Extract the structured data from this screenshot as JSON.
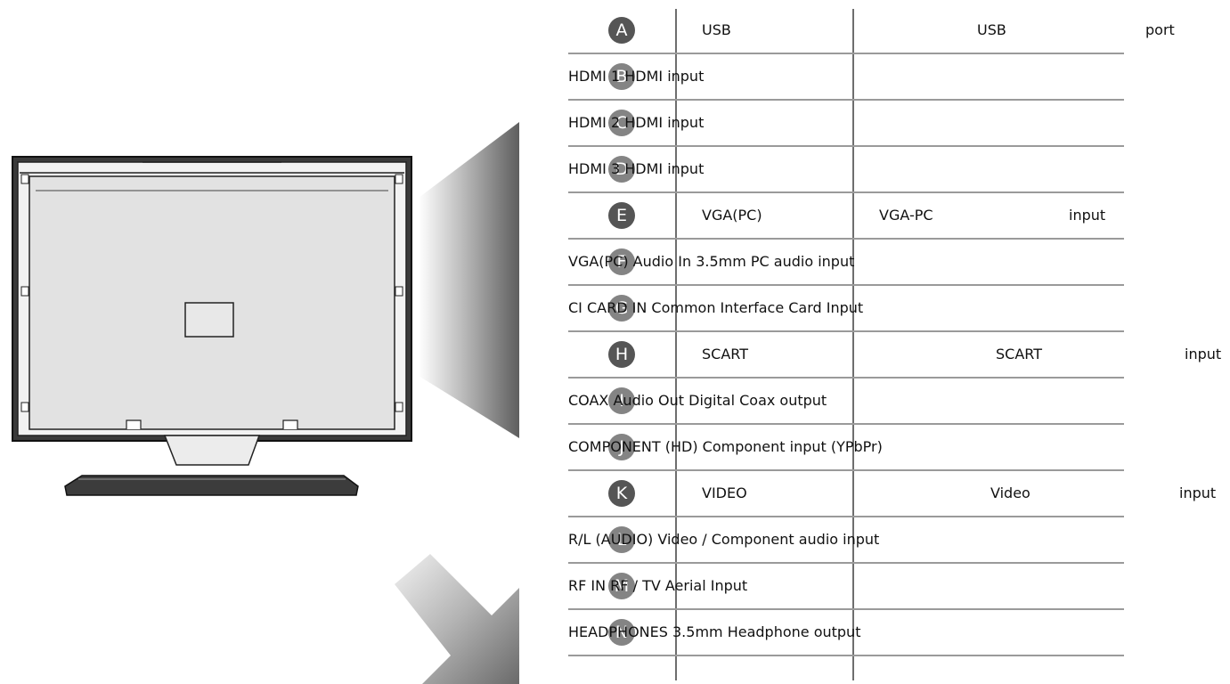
{
  "rows": [
    {
      "badge": "A",
      "cells": [
        "USB",
        "USB",
        "port"
      ]
    },
    {
      "badge": "B",
      "text": "HDMI 1  HDMI input"
    },
    {
      "badge": "C",
      "text": "HDMI 2  HDMI input"
    },
    {
      "badge": "D",
      "text": "HDMI 3  HDMI input"
    },
    {
      "badge": "E",
      "cells": [
        "VGA(PC)",
        "VGA-PC",
        "input"
      ]
    },
    {
      "badge": "F",
      "text": "VGA(PC) Audio In  3.5mm PC audio input"
    },
    {
      "badge": "G",
      "text": "CI CARD IN  Common Interface Card Input"
    },
    {
      "badge": "H",
      "cells": [
        "SCART",
        "SCART",
        "input"
      ]
    },
    {
      "badge": "I",
      "text": "COAX Audio Out  Digital Coax output"
    },
    {
      "badge": "J",
      "text": "COMPONENT (HD)  Component  input (YPbPr)"
    },
    {
      "badge": "K",
      "cells": [
        "VIDEO",
        "Video",
        "input"
      ]
    },
    {
      "badge": "L",
      "text": "R/L (AUDIO)  Video / Component audio input"
    },
    {
      "badge": "M",
      "text": "RF IN  RF / TV Aerial Input"
    },
    {
      "badge": "N",
      "text": "HEADPHONES  3.5mm Headphone output"
    }
  ],
  "colors": {
    "badge": "#555555",
    "rule": "#9a9a9a",
    "divider": "#6e6e6e",
    "tv_body": "#dedede",
    "tv_outline": "#222222"
  },
  "icons": {
    "tv": "tv-rear-view-icon",
    "wedge": "callout-wedge-icon",
    "arrow": "down-right-arrow-icon"
  }
}
